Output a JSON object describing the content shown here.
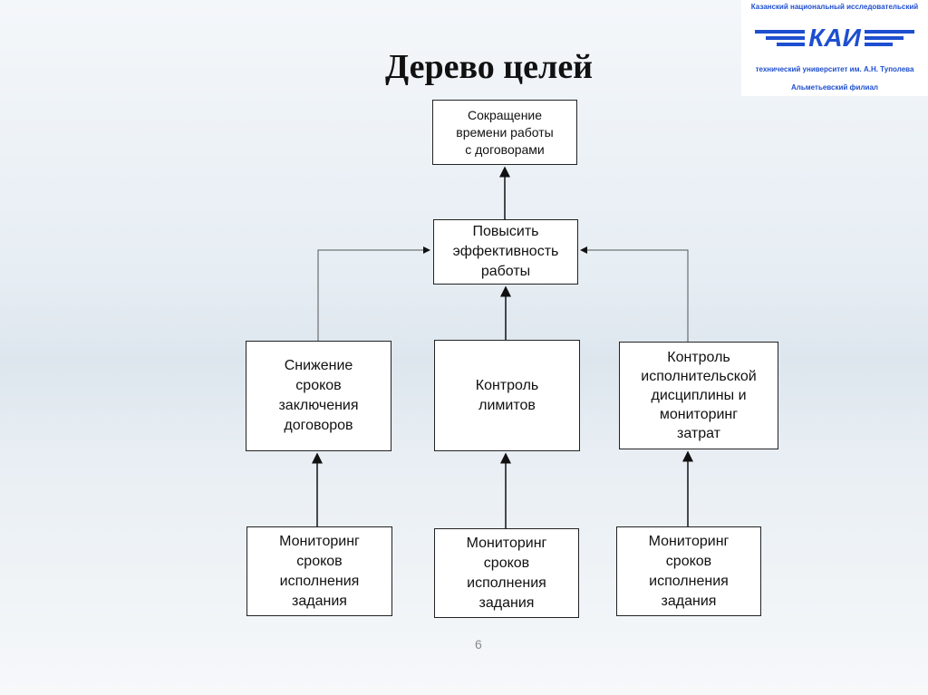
{
  "slide": {
    "title": "Дерево целей",
    "page_number": "6"
  },
  "logo": {
    "abbr": "КАИ",
    "top_text": "Казанский национальный исследовательский",
    "bottom_text": "технический университет им. А.Н. Туполева",
    "branch": "Альметьевский филиал",
    "color": "#1e4fd0"
  },
  "diagram": {
    "root": "Сокращение\nвремени работы\nс договорами",
    "goal": "Повысить\nэффективность\nработы",
    "subgoals": [
      "Снижение\nсроков\nзаключения\nдоговоров",
      "Контроль\nлимитов",
      "Контроль\nисполнительской\nдисциплины и\nмониторинг\nзатрат"
    ],
    "tasks": [
      "Мониторинг\nсроков\nисполнения\nзадания",
      "Мониторинг\nсроков\nисполнения\nзадания",
      "Мониторинг\nсроков\nисполнения\nзадания"
    ]
  }
}
